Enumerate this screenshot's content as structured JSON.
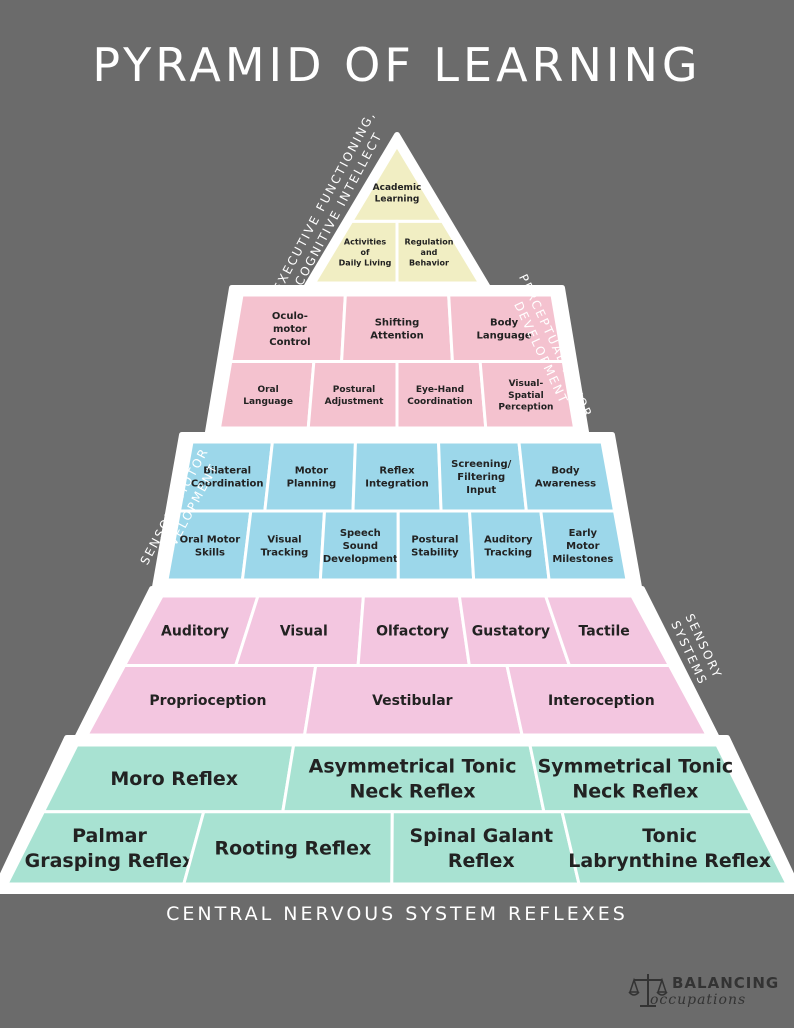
{
  "title": "PYRAMID OF LEARNING",
  "base_label": "CENTRAL NERVOUS SYSTEM REFLEXES",
  "logo": {
    "line1": "BALANCING",
    "line2": "occupations"
  },
  "colors": {
    "background": "#6b6b6b",
    "tier1": "#a8e2d2",
    "tier2": "#f3c6e0",
    "tier3": "#9cd7ea",
    "tier4": "#f4c2cf",
    "tier5": "#f1eec3"
  },
  "tiers": [
    {
      "id": "reflexes",
      "color_key": "tier1",
      "side_label": "",
      "rows": [
        [
          "Moro Reflex",
          "Asymmetrical Tonic\nNeck Reflex",
          "Symmetrical Tonic\nNeck Reflex"
        ],
        [
          "Palmar\nGrasping Reflex",
          "Rooting Reflex",
          "Spinal Galant\nReflex",
          "Tonic\nLabrynthine Reflex"
        ]
      ]
    },
    {
      "id": "sensory-systems",
      "color_key": "tier2",
      "side_label": "SENSORY\nSYSTEMS",
      "rows": [
        [
          "Auditory",
          "Visual",
          "Olfactory",
          "Gustatory",
          "Tactile"
        ],
        [
          "Proprioception",
          "Vestibular",
          "Interoception"
        ]
      ]
    },
    {
      "id": "sensory-motor",
      "color_key": "tier3",
      "side_label": "SENSORY MOTOR\nDEVELOPMENT",
      "rows": [
        [
          "Bilateral\nCoordination",
          "Motor\nPlanning",
          "Reflex\nIntegration",
          "Screening/\nFiltering\nInput",
          "Body\nAwareness"
        ],
        [
          "Oral Motor\nSkills",
          "Visual\nTracking",
          "Speech\nSound\nDevelopment",
          "Postural\nStability",
          "Auditory\nTracking",
          "Early\nMotor\nMilestones"
        ]
      ]
    },
    {
      "id": "perceptual-motor",
      "color_key": "tier4",
      "side_label": "PERCEPTUAL MOTOR\nDEVELOPMENT",
      "rows": [
        [
          "Oculo-\nmotor\nControl",
          "Shifting\nAttention",
          "Body\nLanguage"
        ],
        [
          "Oral\nLanguage",
          "Postural\nAdjustment",
          "Eye-Hand\nCoordination",
          "Visual-\nSpatial\nPerception"
        ]
      ]
    },
    {
      "id": "cognitive",
      "color_key": "tier5",
      "side_label": "EXECUTIVE FUNCTIONING,\nCOGNITIVE INTELLECT",
      "rows": [
        [
          "Academic\nLearning"
        ],
        [
          "Activities\nof\nDaily Living",
          "Regulation\nand\nBehavior"
        ]
      ]
    }
  ]
}
